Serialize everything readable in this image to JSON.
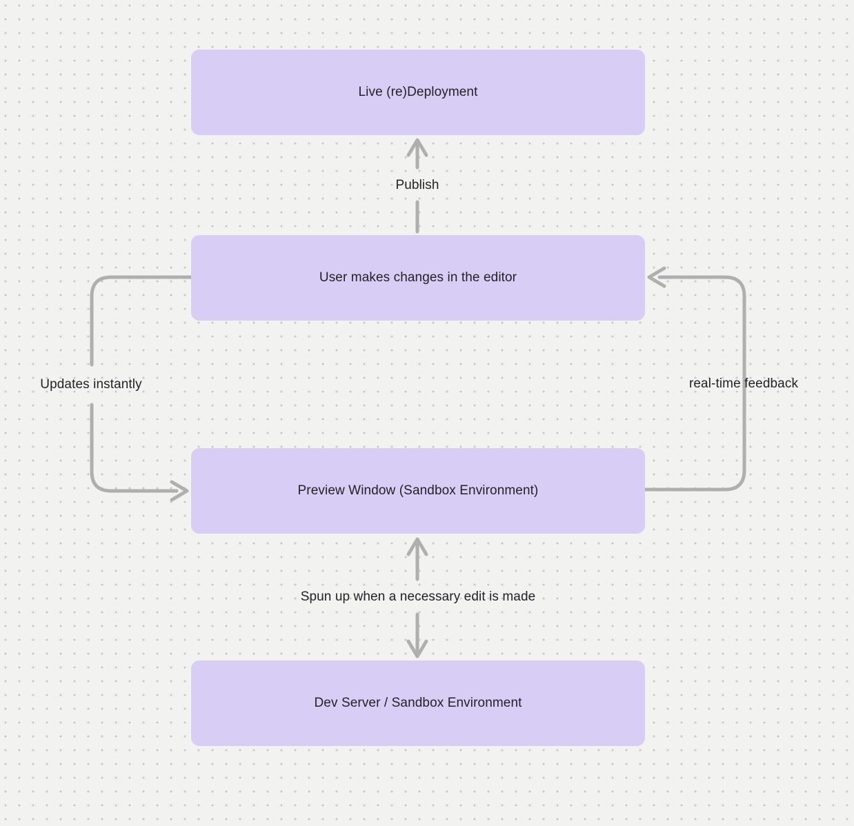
{
  "canvas": {
    "background_color": "#f2f2f1",
    "dot_color": "#c7c7c7"
  },
  "colors": {
    "node_fill": "#d8cdf4",
    "node_text": "#222228",
    "arrow": "#afafaf"
  },
  "nodes": [
    {
      "id": "live-redeployment",
      "label": "Live (re)Deployment"
    },
    {
      "id": "user-editor",
      "label": "User makes changes in the editor"
    },
    {
      "id": "preview-window",
      "label": "Preview Window (Sandbox Environment)"
    },
    {
      "id": "dev-server",
      "label": "Dev Server / Sandbox Environment"
    }
  ],
  "edges": [
    {
      "id": "publish",
      "label": "Publish",
      "from": "user-editor",
      "to": "live-redeployment",
      "direction": "up"
    },
    {
      "id": "updates-instantly",
      "label": "Updates instantly",
      "from": "user-editor",
      "to": "preview-window",
      "direction": "down-left-loop"
    },
    {
      "id": "real-time-feedback",
      "label": "real-time feedback",
      "from": "preview-window",
      "to": "user-editor",
      "direction": "up-right-loop"
    },
    {
      "id": "spun-up",
      "label": "Spun up when a necessary edit is made",
      "from": "dev-server",
      "to": "preview-window",
      "direction": "bidirectional"
    }
  ]
}
